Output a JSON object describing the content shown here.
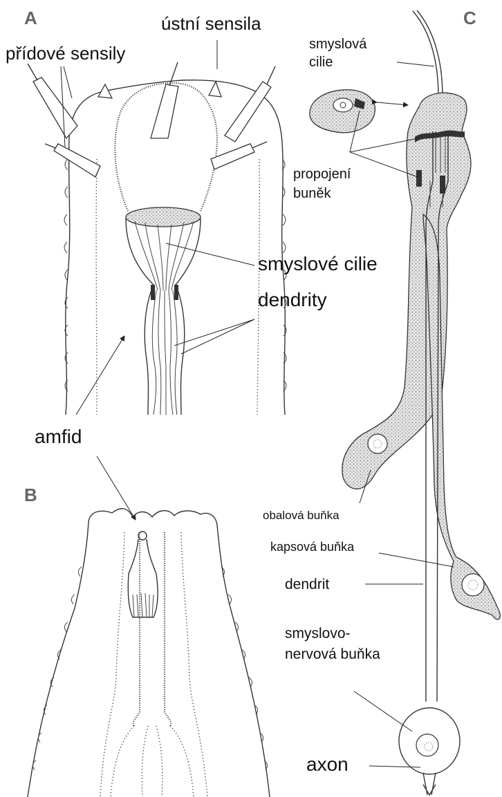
{
  "panels": {
    "a": "A",
    "b": "B",
    "c": "C"
  },
  "labels": {
    "ustni_sensila": "ústní sensila",
    "pridove_sensily": "přídové sensily",
    "smyslove_cilie": "smyslové cilie",
    "dendrity": "dendrity",
    "amfid": "amfid",
    "smyslova_cilie_1": "smyslová",
    "smyslova_cilie_2": "cilie",
    "propojeni_1": "propojení",
    "propojeni_2": "buněk",
    "obalova_bunka": "obalová buňka",
    "kapsova_bunka": "kapsová buňka",
    "dendrit": "dendrit",
    "smyslovo_1": "smyslovo-",
    "smyslovo_2": "nervová buňka",
    "axon": "axon"
  }
}
